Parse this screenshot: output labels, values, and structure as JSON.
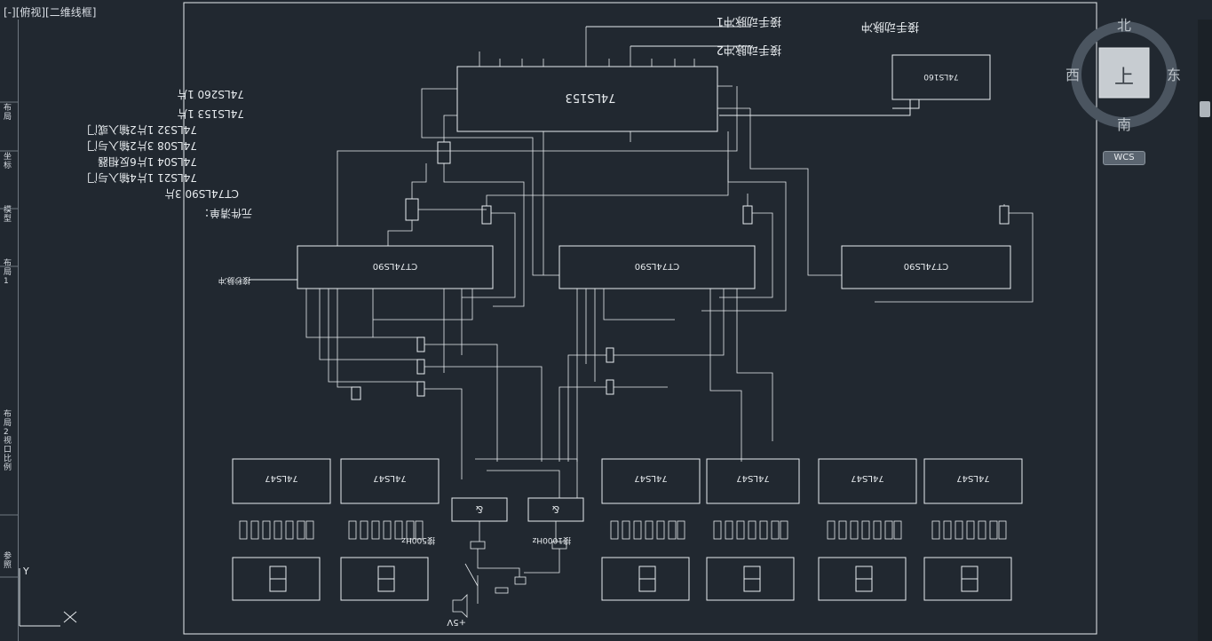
{
  "viewport": {
    "label": "[-][俯视][二维线框]"
  },
  "nav_cube": {
    "north": "北",
    "south": "南",
    "east": "东",
    "west": "西",
    "top": "上",
    "coord_system": "WCS"
  },
  "ucs": {
    "y_label": "Y"
  },
  "left_panel": {
    "tabs": [
      "布局",
      "坐标",
      "模型",
      "布局1",
      "布局2 视口比例",
      "参照"
    ]
  },
  "schematic": {
    "chips": {
      "mux": "74LS153",
      "shift": "74LS160",
      "counter_left": "CT74LS90",
      "counter_mid": "CT74LS90",
      "counter_right": "CT74LS90",
      "decoder": "74LS47",
      "nand": "&"
    },
    "inputs": {
      "top_1": "接手动脉冲1",
      "top_2": "接手动脉冲2",
      "shift": "接手动脉冲",
      "left": "接秒脉冲"
    },
    "bottom_labels": {
      "left": "接500Hz",
      "right": "接1000Hz",
      "power": "+5V"
    },
    "power_label": "+5V",
    "bom": {
      "title": "元件清单：",
      "items": [
        "74LS260 1片",
        "74LS153 1片",
        "74LS32 1片2输入或门",
        "74LS08 3片2输入与门",
        "74LS04 1片6反相器",
        "74LS21 1片4输入与门",
        "CT74LS90 3片"
      ]
    }
  }
}
